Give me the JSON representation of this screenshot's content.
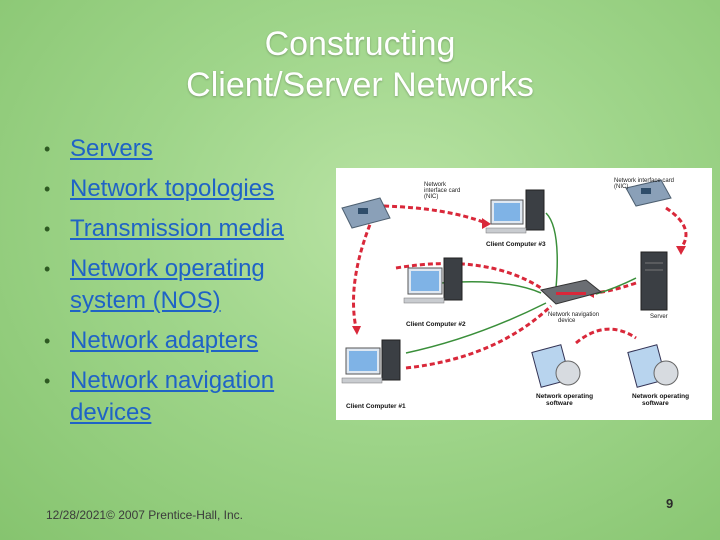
{
  "slide": {
    "title_line1": "Constructing",
    "title_line2": "Client/Server Networks",
    "bullets": [
      {
        "line1": "Servers",
        "line2": ""
      },
      {
        "line1": "Network topologies",
        "line2": ""
      },
      {
        "line1": "Transmission media",
        "line2": ""
      },
      {
        "line1": "Network operating",
        "line2": "system (NOS)"
      },
      {
        "line1": "Network adapters",
        "line2": ""
      },
      {
        "line1": "Network navigation",
        "line2": "devices"
      }
    ],
    "footer": "12/28/2021© 2007 Prentice-Hall, Inc.",
    "page_number": "9"
  },
  "diagram": {
    "nic_left_label": "Network\ninterface card\n(NIC)",
    "nic_right_label": "Network interface card\n(NIC)",
    "client3": "Client Computer #3",
    "client2": "Client Computer #2",
    "client1": "Client Computer #1",
    "nav_device": "Network navigation\ndevice",
    "server": "Server",
    "nos1": "Network operating\nsoftware",
    "nos2": "Network operating\nsoftware",
    "colors": {
      "arrow": "#d9283a",
      "link": "#3a8f3a",
      "accent": "#1f63c6"
    }
  }
}
